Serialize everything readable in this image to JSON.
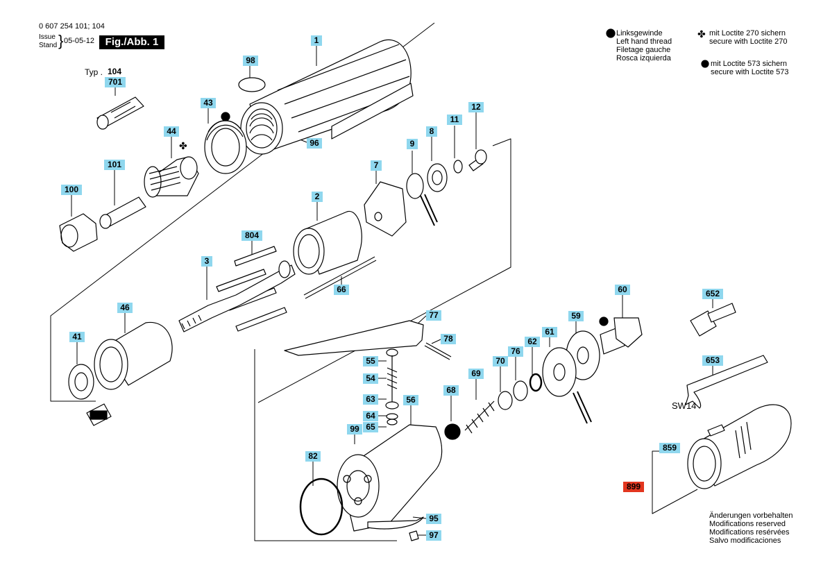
{
  "header": {
    "part_number": "0 607 254 101; 104",
    "issue_label": "Issue",
    "stand_label": "Stand",
    "date": "05-05-12",
    "figure": "Fig./Abb. 1"
  },
  "legend": {
    "left_thread": [
      "Linksgewinde",
      "Left hand thread",
      "Filetage gauche",
      "Rosca izquierda"
    ],
    "loctite_270": [
      "mit Loctite 270 sichern",
      "secure with Loctite 270"
    ],
    "loctite_573": [
      "mit Loctite 573 sichern",
      "secure with Loctite 573"
    ]
  },
  "typ_label": "Typ .",
  "typ_value": "104",
  "wrench_size": "SW14",
  "footer": [
    "Änderungen vorbehalten",
    "Modifications reserved",
    "Modifications resérvées",
    "Salvo modificaciones"
  ],
  "parts": [
    {
      "id": "1",
      "label": "1"
    },
    {
      "id": "98",
      "label": "98"
    },
    {
      "id": "701",
      "label": "701"
    },
    {
      "id": "43",
      "label": "43"
    },
    {
      "id": "44",
      "label": "44"
    },
    {
      "id": "96",
      "label": "96"
    },
    {
      "id": "9",
      "label": "9"
    },
    {
      "id": "8",
      "label": "8"
    },
    {
      "id": "11",
      "label": "11"
    },
    {
      "id": "12",
      "label": "12"
    },
    {
      "id": "101",
      "label": "101"
    },
    {
      "id": "7",
      "label": "7"
    },
    {
      "id": "100",
      "label": "100"
    },
    {
      "id": "2",
      "label": "2"
    },
    {
      "id": "804",
      "label": "804"
    },
    {
      "id": "3",
      "label": "3"
    },
    {
      "id": "66",
      "label": "66"
    },
    {
      "id": "46",
      "label": "46"
    },
    {
      "id": "41",
      "label": "41"
    },
    {
      "id": "77",
      "label": "77"
    },
    {
      "id": "78",
      "label": "78"
    },
    {
      "id": "60",
      "label": "60"
    },
    {
      "id": "652",
      "label": "652"
    },
    {
      "id": "59",
      "label": "59"
    },
    {
      "id": "61",
      "label": "61"
    },
    {
      "id": "62",
      "label": "62"
    },
    {
      "id": "76",
      "label": "76"
    },
    {
      "id": "70",
      "label": "70"
    },
    {
      "id": "55",
      "label": "55"
    },
    {
      "id": "54",
      "label": "54"
    },
    {
      "id": "69",
      "label": "69"
    },
    {
      "id": "653",
      "label": "653"
    },
    {
      "id": "63",
      "label": "63"
    },
    {
      "id": "68",
      "label": "68"
    },
    {
      "id": "56",
      "label": "56"
    },
    {
      "id": "64",
      "label": "64"
    },
    {
      "id": "65",
      "label": "65"
    },
    {
      "id": "99",
      "label": "99"
    },
    {
      "id": "859",
      "label": "859"
    },
    {
      "id": "82",
      "label": "82"
    },
    {
      "id": "899",
      "label": "899"
    },
    {
      "id": "95",
      "label": "95"
    },
    {
      "id": "97",
      "label": "97"
    }
  ]
}
